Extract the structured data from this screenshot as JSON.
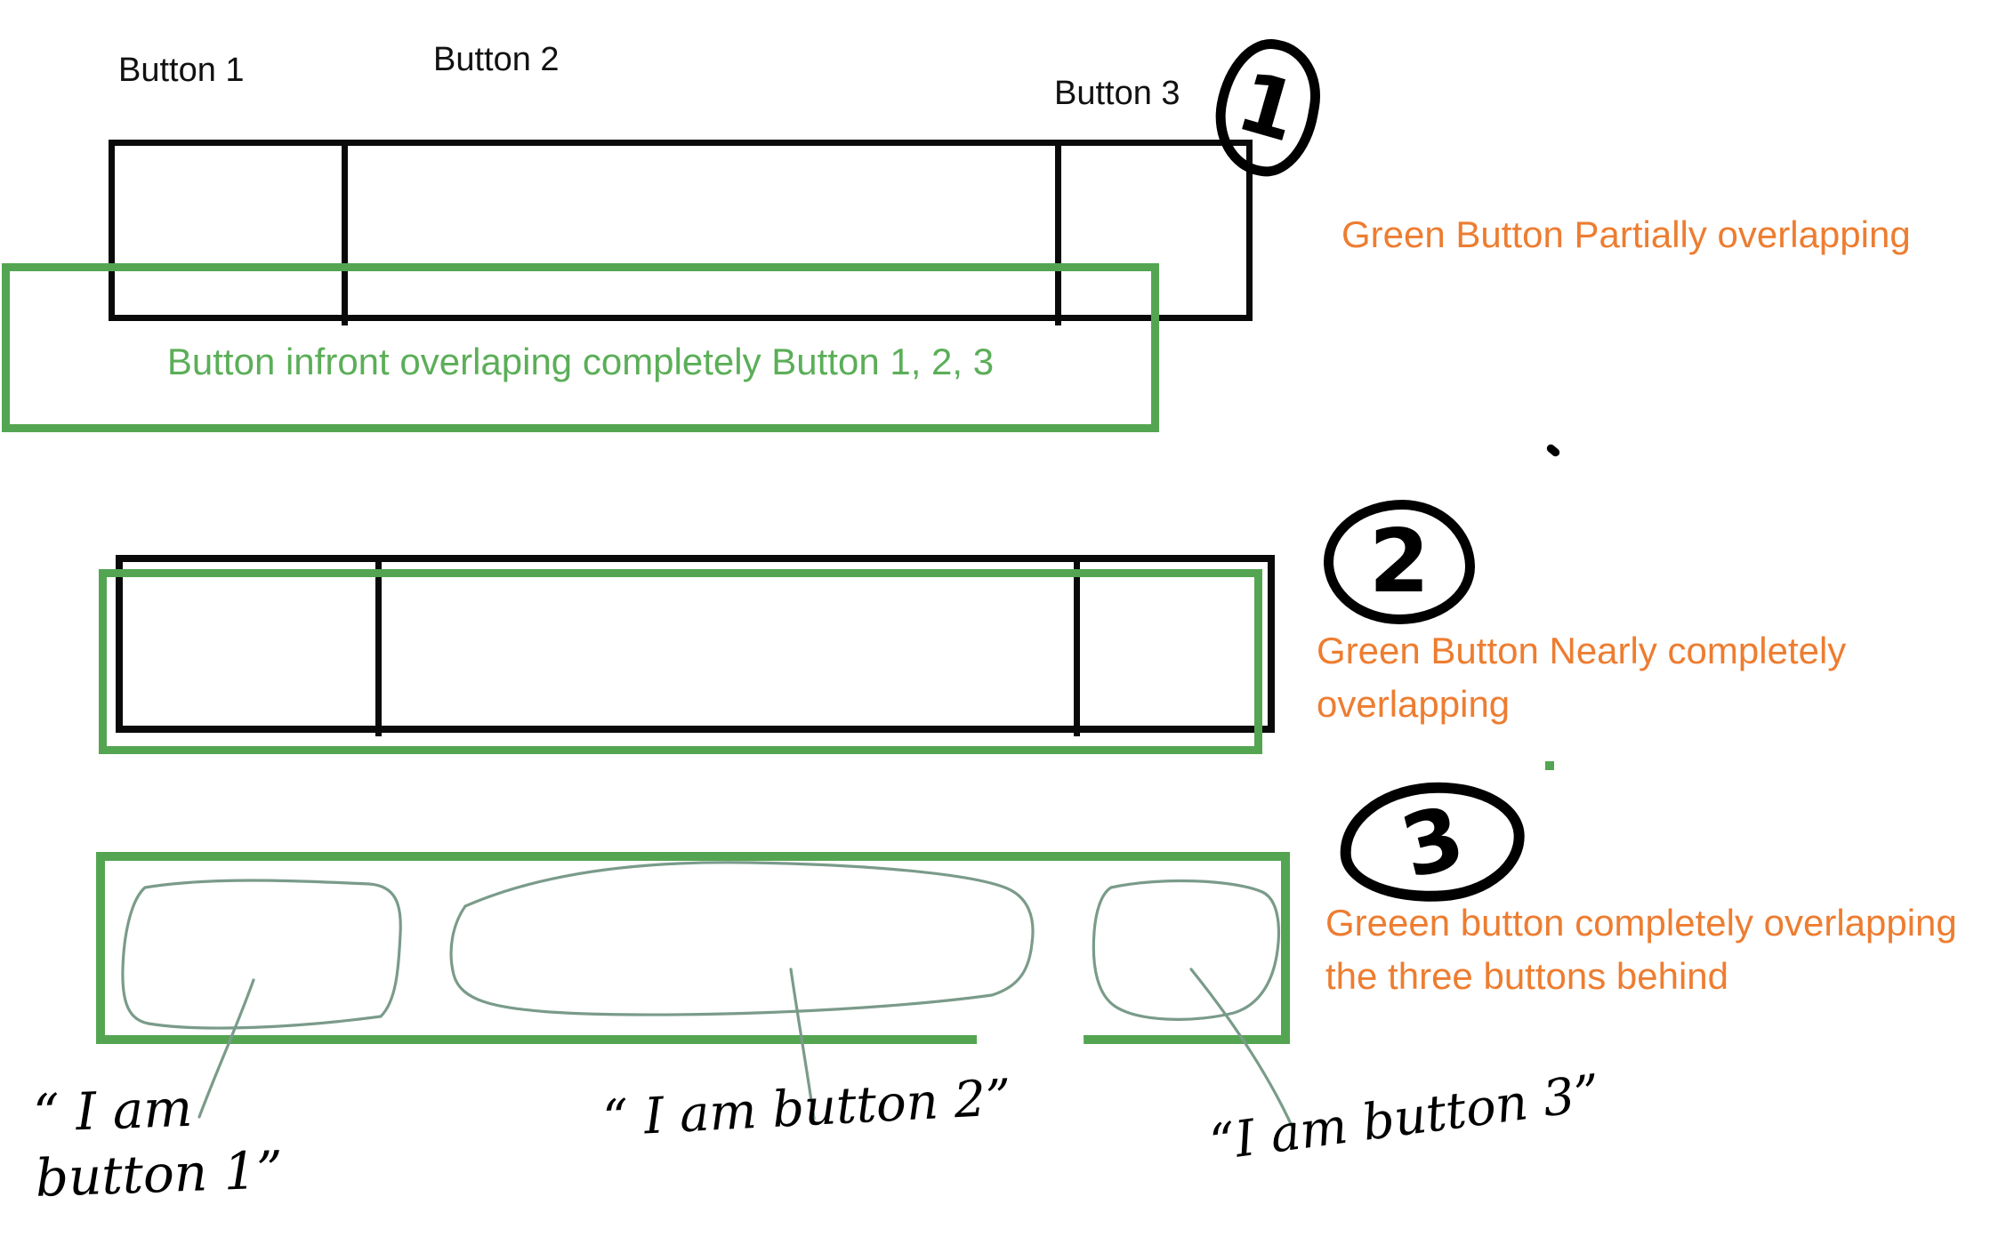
{
  "colors": {
    "green_border": "#54a552",
    "green_text": "#5bae58",
    "orange_text": "#ed7d31",
    "ink": "#000000",
    "sketch_stroke": "#7a9b8a"
  },
  "scene1": {
    "button_labels": [
      "Button 1",
      "Button 2",
      "Button 3"
    ],
    "green_button_caption": "Button infront overlaping completely Button 1, 2, 3",
    "step_number": "1",
    "annotation": "Green Button Partially overlapping"
  },
  "scene2": {
    "step_number": "2",
    "annotation": "Green Button Nearly completely\noverlapping"
  },
  "scene3": {
    "step_number": "3",
    "annotation": "Greeen button completely overlapping\nthe three buttons behind",
    "callout_button1": "“ I am\nbutton 1”",
    "callout_button2": "“ I am button 2”",
    "callout_button3": "“I am button 3”"
  }
}
